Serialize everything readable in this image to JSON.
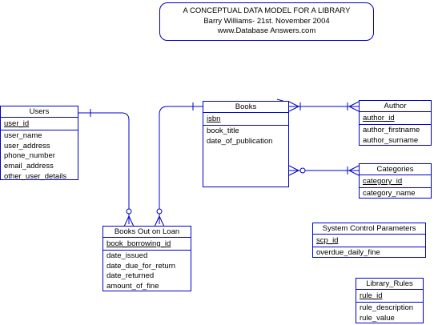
{
  "header": {
    "title_line1": "A CONCEPTUAL DATA MODEL FOR A LIBRARY",
    "title_line2": "Barry Williams- 21st. November 2004",
    "title_line3": "www.Database Answers.com"
  },
  "colors": {
    "line": "#0000cc",
    "text": "#000000",
    "background": "#ffffff"
  },
  "entities": {
    "users": {
      "name": "Users",
      "key": [
        "user_id"
      ],
      "attributes": [
        "user_name",
        "user_address",
        "phone_number",
        "email_address",
        "other_user_details"
      ]
    },
    "books": {
      "name": "Books",
      "key": [
        "isbn"
      ],
      "attributes": [
        "book_title",
        "date_of_publication"
      ]
    },
    "author": {
      "name": "Author",
      "key": [
        "author_id"
      ],
      "attributes": [
        "author_firstname",
        "author_surname"
      ]
    },
    "categories": {
      "name": "Categories",
      "key": [
        "category_id"
      ],
      "attributes": [
        "category_name"
      ]
    },
    "loans": {
      "name": "Books Out on Loan",
      "key": [
        "book_borrowing_id"
      ],
      "attributes": [
        "date_issued",
        "date_due_for_return",
        "date_returned",
        "amount_of_fine"
      ]
    },
    "system_control": {
      "name": "System Control Parameters",
      "key": [
        "scp_id"
      ],
      "attributes": [
        "overdue_daily_fine"
      ]
    },
    "library_rules": {
      "name": "Library_Rules",
      "key": [
        "rule_id"
      ],
      "attributes": [
        "rule_description",
        "rule_value"
      ]
    }
  }
}
